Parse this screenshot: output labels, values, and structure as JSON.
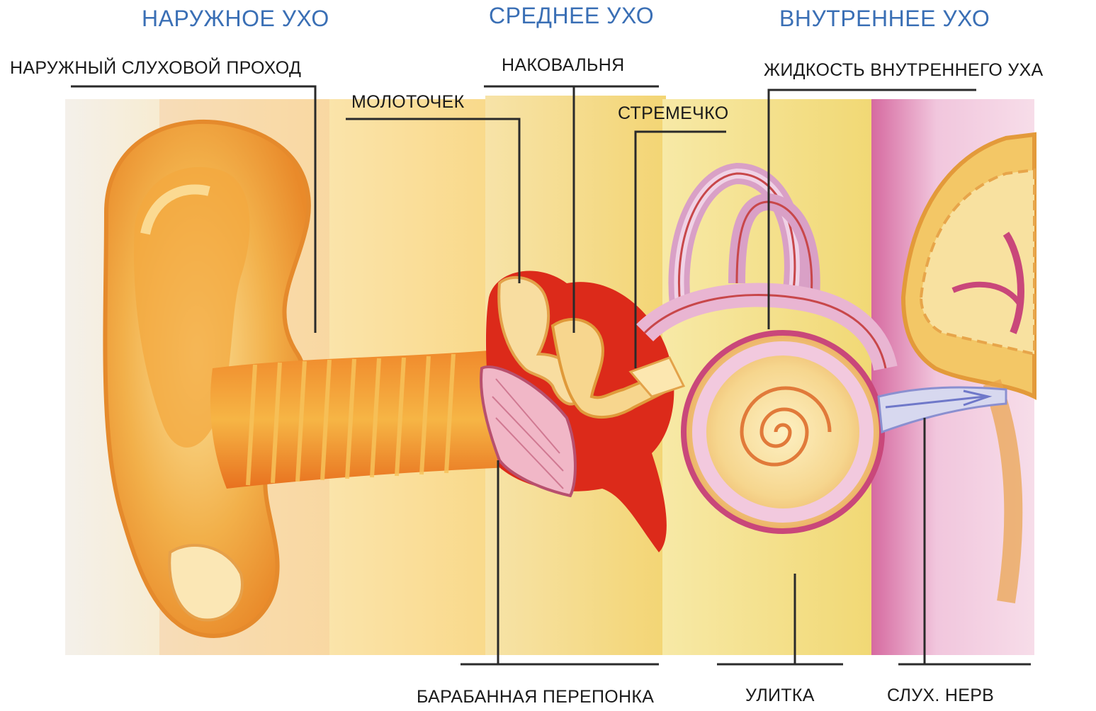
{
  "sections": {
    "outer": "НАРУЖНОЕ УХО",
    "middle": "СРЕДНЕЕ УХО",
    "inner": "ВНУТРЕННЕЕ УХО"
  },
  "labels": {
    "ear_canal": "НАРУЖНЫЙ СЛУХОВОЙ ПРОХОД",
    "incus": "НАКОВАЛЬНЯ",
    "inner_fluid": "ЖИДКОСТЬ ВНУТРЕННЕГО УХА",
    "malleus": "МОЛОТОЧЕК",
    "stapes": "СТРЕМЕЧКО",
    "eardrum": "БАРАБАННАЯ ПЕРЕПОНКА",
    "cochlea": "УЛИТКА",
    "nerve": "СЛУХ. НЕРВ"
  },
  "colors": {
    "section_title": "#3a6fb5",
    "label_text": "#1a1a1a",
    "leader_line": "#2a2a2a"
  }
}
